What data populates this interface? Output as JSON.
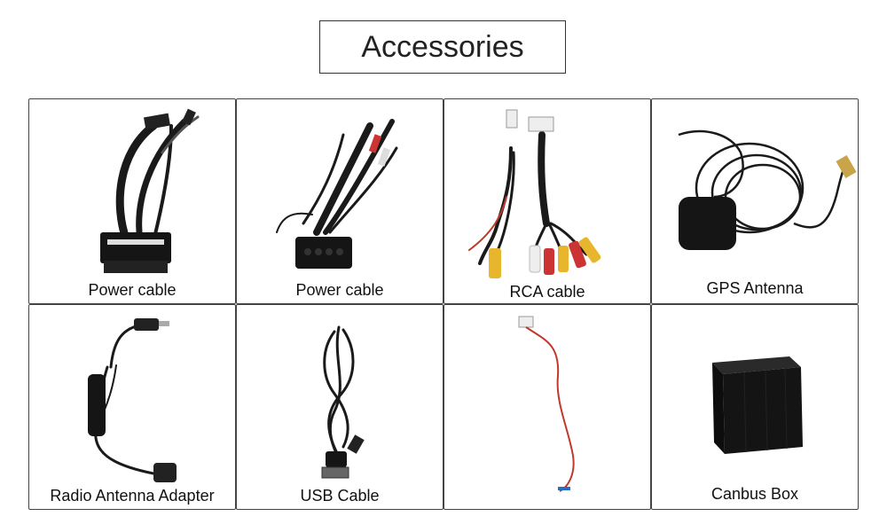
{
  "title": "Accessories",
  "items": [
    {
      "label": "Power cable"
    },
    {
      "label": "Power cable"
    },
    {
      "label": "RCA cable"
    },
    {
      "label": "GPS Antenna"
    },
    {
      "label": "Radio Antenna Adapter"
    },
    {
      "label": "USB Cable"
    },
    {
      "label": ""
    },
    {
      "label": "Canbus Box"
    }
  ],
  "colors": {
    "border": "#444444",
    "cable": "#1a1a1a",
    "red_wire": "#c0392b",
    "yellow": "#e8b62c",
    "white_plug": "#eeeeee"
  }
}
